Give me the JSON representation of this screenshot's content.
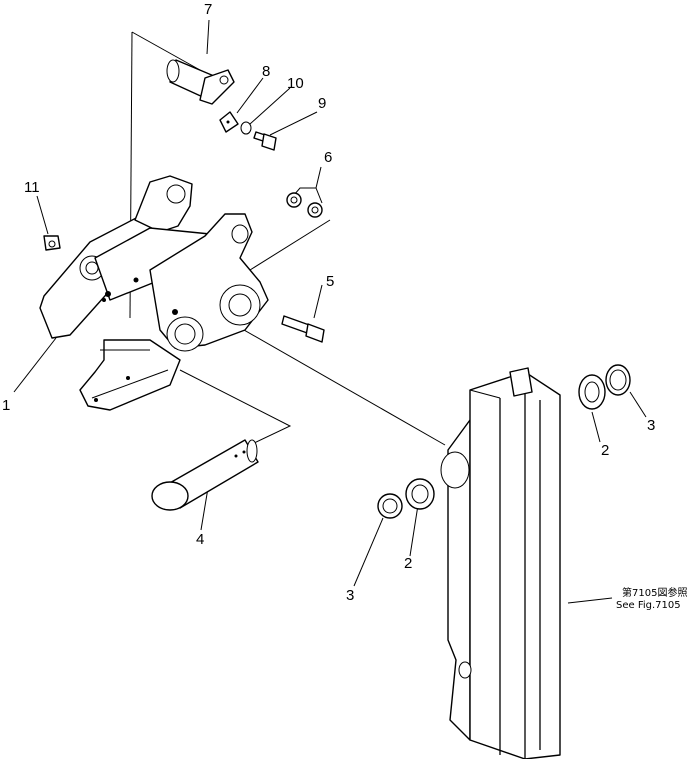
{
  "parts": [
    {
      "id": "part-1",
      "label": "1"
    },
    {
      "id": "part-2a",
      "label": "2"
    },
    {
      "id": "part-2b",
      "label": "2"
    },
    {
      "id": "part-3a",
      "label": "3"
    },
    {
      "id": "part-3b",
      "label": "3"
    },
    {
      "id": "part-4",
      "label": "4"
    },
    {
      "id": "part-5",
      "label": "5"
    },
    {
      "id": "part-6",
      "label": "6"
    },
    {
      "id": "part-7",
      "label": "7"
    },
    {
      "id": "part-8",
      "label": "8"
    },
    {
      "id": "part-9",
      "label": "9"
    },
    {
      "id": "part-10",
      "label": "10"
    },
    {
      "id": "part-11",
      "label": "11"
    }
  ],
  "reference_note": {
    "japanese": "第7105図参照",
    "english": "See Fig.7105"
  }
}
